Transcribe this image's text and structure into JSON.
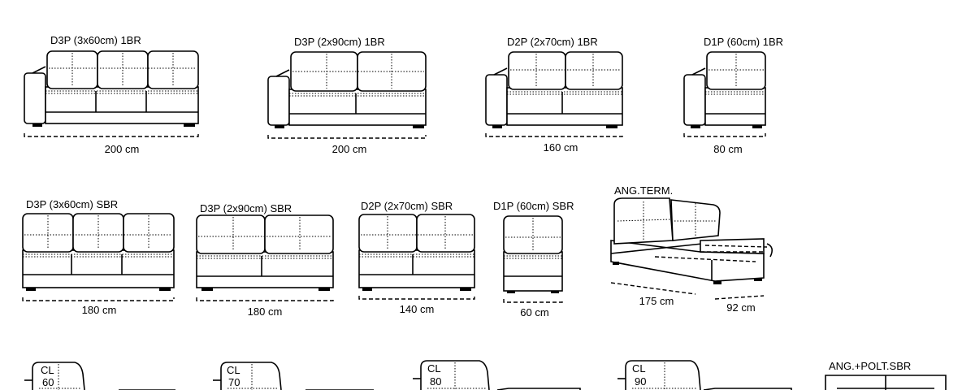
{
  "row1": [
    {
      "title": "D3P (3x60cm) 1BR",
      "dim": "200 cm"
    },
    {
      "title": "D3P (2x90cm) 1BR",
      "dim": "200 cm"
    },
    {
      "title": "D2P (2x70cm) 1BR",
      "dim": "160 cm"
    },
    {
      "title": "D1P (60cm) 1BR",
      "dim": "80 cm"
    }
  ],
  "row2": [
    {
      "title": "D3P (3x60cm) SBR",
      "dim": "180 cm"
    },
    {
      "title": "D3P (2x90cm) SBR",
      "dim": "180 cm"
    },
    {
      "title": "D2P (2x70cm) SBR",
      "dim": "140 cm"
    },
    {
      "title": "D1P (60cm) SBR",
      "dim": "60 cm"
    }
  ],
  "corner": {
    "title": "ANG.TERM.",
    "dim_a": "175 cm",
    "dim_b": "92 cm"
  },
  "row3": [
    {
      "line1": "CL",
      "line2": "60"
    },
    {
      "line1": "CL",
      "line2": "70"
    },
    {
      "line1": "CL",
      "line2": "80"
    },
    {
      "line1": "CL",
      "line2": "90"
    }
  ],
  "row3_right": {
    "title": "ANG.+POLT.SBR"
  }
}
